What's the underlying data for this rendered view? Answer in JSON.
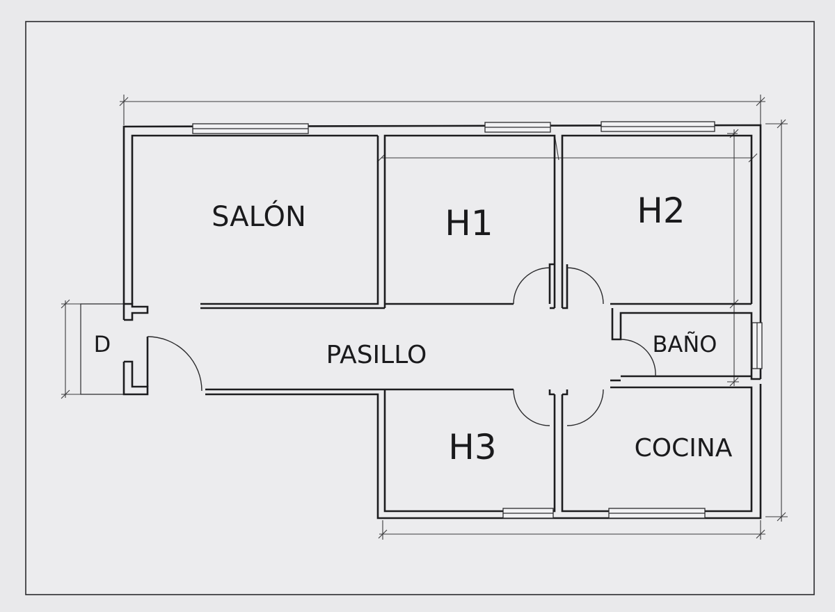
{
  "rooms": {
    "salon": "SALÓN",
    "h1": "H1",
    "h2": "H2",
    "d": "D",
    "pasillo": "PASILLO",
    "bano": "BAÑO",
    "h3": "H3",
    "cocina": "COCINA"
  },
  "colors": {
    "paper": "#e9e9eb",
    "ink": "#1c1c1e"
  }
}
